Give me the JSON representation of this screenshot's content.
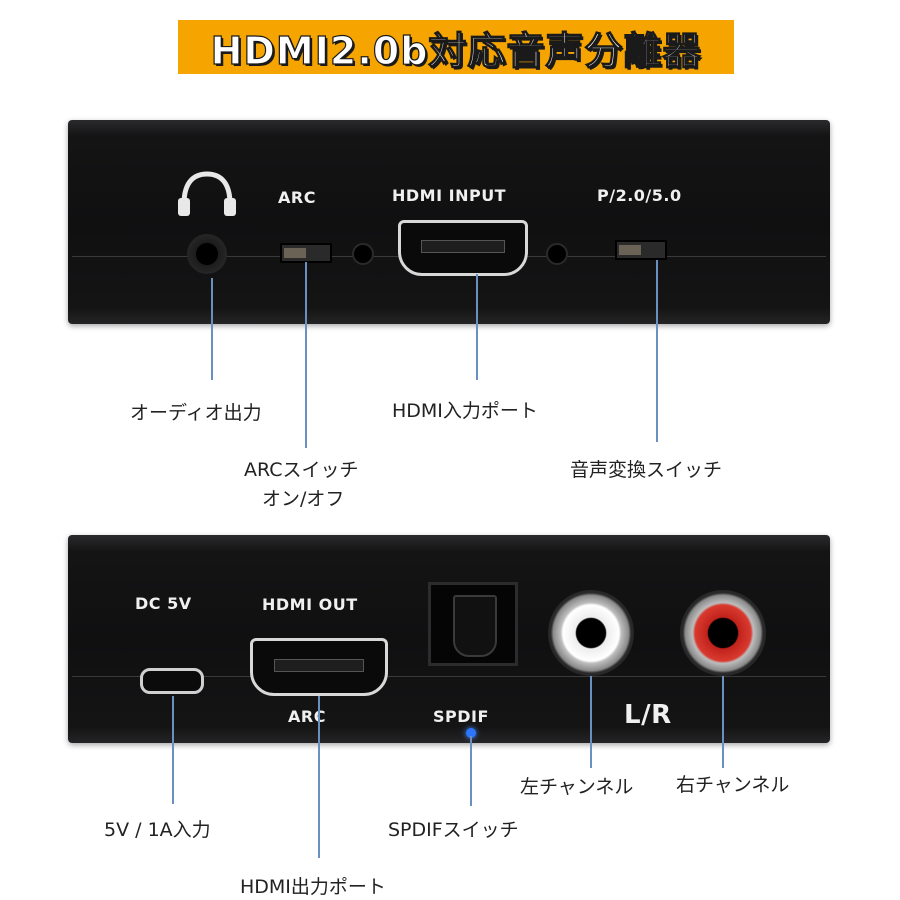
{
  "title": "HDMI2.0b対応音声分離器",
  "colors": {
    "title_banner": "#f6a500",
    "callout_line": "#6a8fc0",
    "panel": "#121213",
    "rca_red": "#c1221b",
    "led_blue": "#2c76ff"
  },
  "front_panel": {
    "labels": {
      "arc": "ARC",
      "hdmi_input": "HDMI INPUT",
      "pcm_mode": "P/2.0/5.0"
    },
    "icons": {
      "headphone": "headphone-icon"
    }
  },
  "rear_panel": {
    "labels": {
      "dc": "DC 5V",
      "hdmi_out": "HDMI OUT",
      "arc": "ARC",
      "spdif": "SPDIF",
      "lr": "L/R"
    }
  },
  "callouts": {
    "audio_out": "オーディオ出力",
    "arc_switch_line1": "ARCスイッチ",
    "arc_switch_line2": "オン/オフ",
    "hdmi_input_port": "HDMI入力ポート",
    "audio_mode_switch": "音声変換スイッチ",
    "power_input": "5V / 1A入力",
    "hdmi_output_port": "HDMI出力ポート",
    "spdif_switch": "SPDIFスイッチ",
    "left_channel": "左チャンネル",
    "right_channel": "右チャンネル"
  }
}
